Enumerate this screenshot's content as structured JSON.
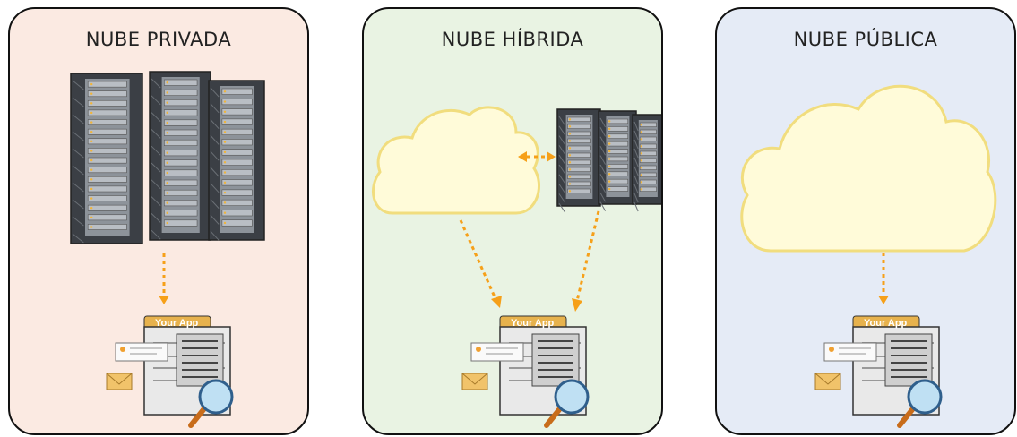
{
  "colors": {
    "private_bg": "#fbeae2",
    "hybrid_bg": "#e9f3e3",
    "public_bg": "#e5ebf6",
    "cloud_fill": "#fffbd9",
    "cloud_stroke": "#f1dd7e",
    "arrow": "#f6a019",
    "server_dark": "#3b3f45",
    "server_light": "#b9bec4",
    "folder_tab": "#e7b24d",
    "envelope": "#f1c36a"
  },
  "panels": [
    {
      "id": "private",
      "title": "NUBE PRIVADA",
      "app_tab_label": "Your App",
      "bg_key": "private_bg"
    },
    {
      "id": "hybrid",
      "title": "NUBE HÍBRIDA",
      "app_tab_label": "Your App",
      "bg_key": "hybrid_bg"
    },
    {
      "id": "public",
      "title": "NUBE PÚBLICA",
      "app_tab_label": "Your App",
      "bg_key": "public_bg"
    }
  ],
  "icons": {
    "server_rack": "server-rack-icon",
    "cloud": "cloud-icon",
    "app_window": "app-window-icon",
    "magnifier": "magnifier-icon",
    "envelope": "envelope-icon"
  }
}
